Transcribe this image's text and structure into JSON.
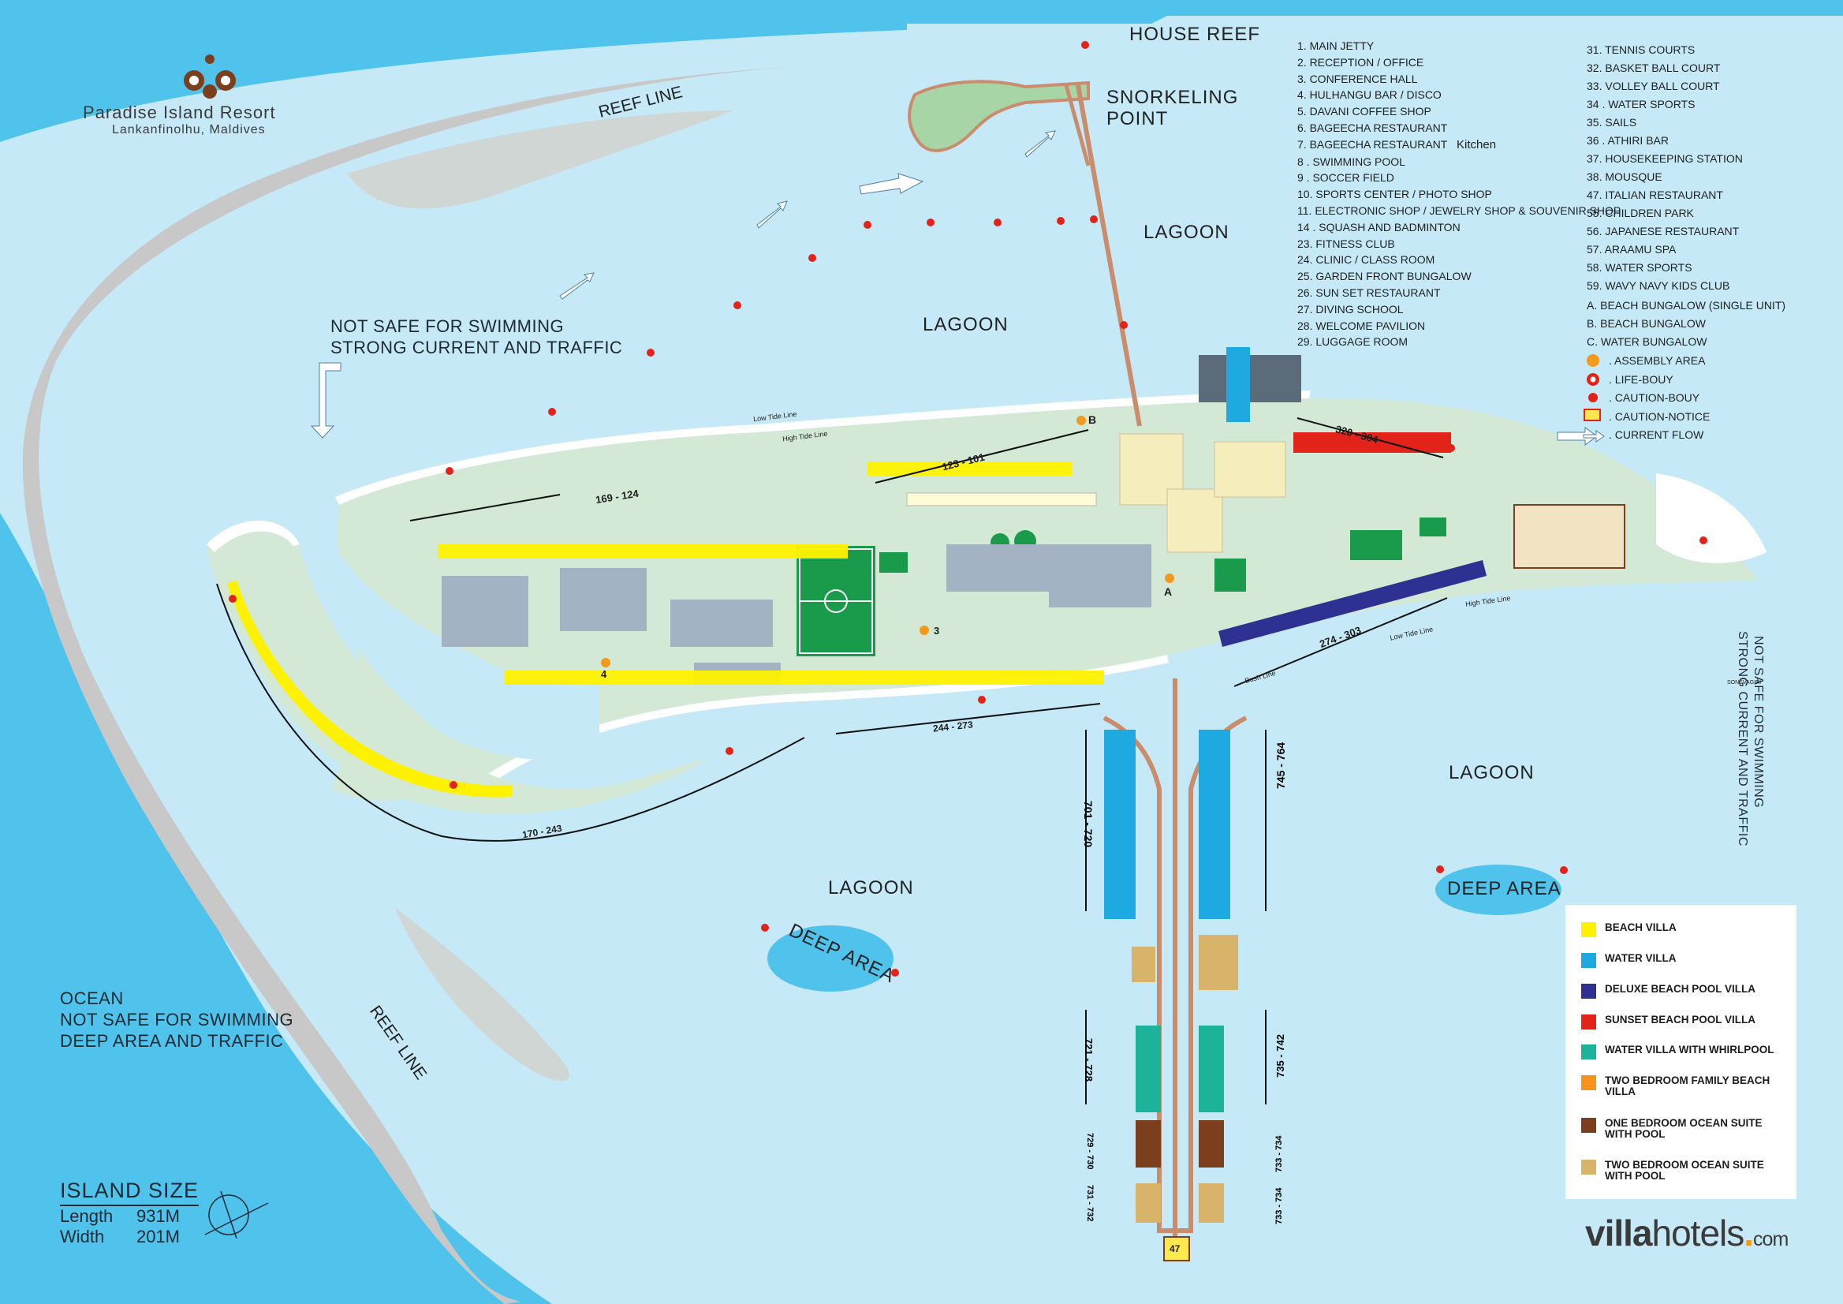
{
  "brand": {
    "name": "Paradise Island Resort",
    "location": "Lankanfinolhu, Maldives",
    "publisher_main": "villa",
    "publisher_hotels": "hotels",
    "publisher_dot": ".",
    "publisher_com": "com"
  },
  "labels": {
    "house_reef": "HOUSE REEF",
    "snorkeling_1": "SNORKELING",
    "snorkeling_2": "POINT",
    "reef_line_top": "REEF LINE",
    "reef_line_bottom": "REEF LINE",
    "lagoon_1": "LAGOON",
    "lagoon_2": "LAGOON",
    "lagoon_3": "LAGOON",
    "lagoon_4": "LAGOON",
    "deep_area_1": "DEEP AREA",
    "deep_area_2": "DEEP AREA",
    "unsafe_1a": "NOT SAFE FOR SWIMMING",
    "unsafe_1b": "STRONG CURRENT AND TRAFFIC",
    "unsafe_right": "NOT SAFE FOR SWIMMING",
    "unsafe_right2": "STRONG CURRENT AND TRAFFIC",
    "ocean_1": "OCEAN",
    "ocean_2": "NOT SAFE FOR SWIMMING",
    "ocean_3": "DEEP AREA AND TRAFFIC",
    "low_tide": "Low Tide Line",
    "high_tide": "High Tide Line",
    "bush_line": "Bush Line",
    "sonevagiri": "SONEVAGIRI",
    "kitchen": "Kitchen"
  },
  "villa_ranges": {
    "r169_124": "169 - 124",
    "r123_101": "123 - 101",
    "r320_304": "320 - 304",
    "r274_303": "274 - 303",
    "r244_273": "244 - 273",
    "r170_243": "170 - 243",
    "r701_720": "701 - 720",
    "r745_764": "745 - 764",
    "r721_728": "721 - 728",
    "r735_742": "735 - 742",
    "r729_730": "729 - 730",
    "r733_734": "733 - 734",
    "r731_732": "731 - 732",
    "r733_734b": "733 - 734"
  },
  "points": {
    "A": "A",
    "B": "B",
    "p3": "3",
    "p4": "4",
    "p47": "47"
  },
  "key_left": [
    "1. MAIN JETTY",
    "2. RECEPTION / OFFICE",
    "3. CONFERENCE HALL",
    "4. HULHANGU BAR / DISCO",
    "5. DAVANI COFFEE SHOP",
    "6. BAGEECHA RESTAURANT",
    "7. BAGEECHA RESTAURANT",
    "8 . SWIMMING POOL",
    "9 . SOCCER FIELD",
    "10. SPORTS CENTER / PHOTO SHOP",
    "11. ELECTRONIC SHOP / JEWELRY SHOP & SOUVENIR SHOP",
    "14 . SQUASH AND BADMINTON",
    "23. FITNESS CLUB",
    "24. CLINIC / CLASS ROOM",
    "25. GARDEN FRONT BUNGALOW",
    "26. SUN SET RESTAURANT",
    "27. DIVING SCHOOL",
    "28. WELCOME PAVILION",
    "29. LUGGAGE ROOM"
  ],
  "key_right": [
    "31. TENNIS COURTS",
    "32. BASKET BALL COURT",
    "33. VOLLEY BALL COURT",
    "34 . WATER SPORTS",
    "35. SAILS",
    "36 . ATHIRI BAR",
    "37. HOUSEKEEPING STATION",
    "38. MOUSQUE",
    "47. ITALIAN RESTAURANT",
    "55. CHILDREN PARK",
    "56. JAPANESE RESTAURANT",
    "57. ARAAMU SPA",
    "58. WATER SPORTS",
    "59. WAVY NAVY KIDS CLUB"
  ],
  "key_abc": [
    "A. BEACH BUNGALOW (SINGLE UNIT)",
    "B. BEACH BUNGALOW",
    "C. WATER BUNGALOW"
  ],
  "key_symbols": [
    {
      "icon": "sun-icon",
      "label": ". ASSEMBLY AREA",
      "color": "#f39a1c"
    },
    {
      "icon": "lifebuoy-icon",
      "label": ". LIFE-BOUY",
      "color": "#e2231a"
    },
    {
      "icon": "caution-buoy-icon",
      "label": ". CAUTION-BOUY",
      "color": "#e2231a"
    },
    {
      "icon": "caution-notice-icon",
      "label": ". CAUTION-NOTICE",
      "color": "#ffe84d"
    },
    {
      "icon": "current-flow-icon",
      "label": ". CURRENT FLOW",
      "color": "#ffffff"
    }
  ],
  "legend": [
    {
      "label": "BEACH VILLA",
      "color": "#fff200"
    },
    {
      "label": "WATER VILLA",
      "color": "#1fa9e1"
    },
    {
      "label": "DELUXE BEACH POOL VILLA",
      "color": "#2e3192"
    },
    {
      "label": "SUNSET BEACH POOL VILLA",
      "color": "#e2231a"
    },
    {
      "label": "WATER VILLA WITH WHIRLPOOL",
      "color": "#1db39b"
    },
    {
      "label": "TWO BEDROOM FAMILY BEACH VILLA",
      "color": "#f7941d"
    },
    {
      "label": "ONE BEDROOM OCEAN SUITE WITH POOL",
      "color": "#7b3f1d"
    },
    {
      "label": "TWO BEDROOM OCEAN SUITE WITH POOL",
      "color": "#d8b46a"
    }
  ],
  "island_size": {
    "title": "ISLAND SIZE",
    "length_label": "Length",
    "length_value": "931M",
    "width_label": "Width",
    "width_value": "201M"
  },
  "colors": {
    "ocean": "#4fc3ec",
    "lagoon": "#c6e9f8",
    "reef": "#c8c8c8",
    "island": "#d4e8d6",
    "beach": "#ffffff",
    "jetty": "#c98d6d"
  }
}
